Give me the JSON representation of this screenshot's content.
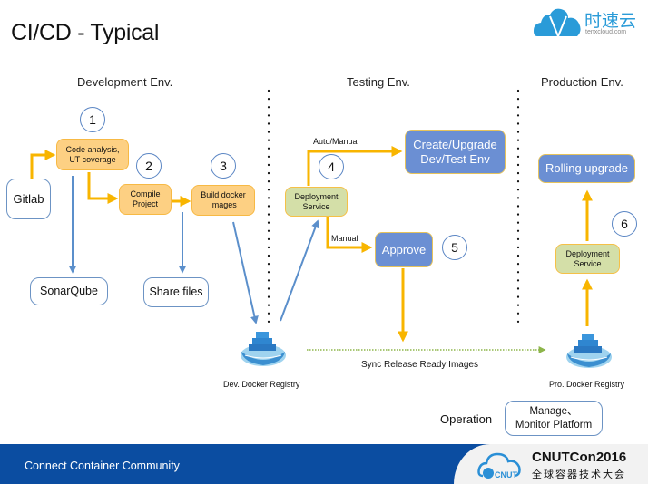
{
  "title": "CI/CD - Typical",
  "logo": {
    "brand_cn": "时速云",
    "brand_url": "tenxcloud.com",
    "color": "#2a9bd8"
  },
  "environments": [
    {
      "label": "Development Env."
    },
    {
      "label": "Testing Env."
    },
    {
      "label": "Production Env."
    }
  ],
  "steps": [
    "1",
    "2",
    "3",
    "4",
    "5",
    "6"
  ],
  "nodes": {
    "gitlab": "Gitlab",
    "code_analysis": [
      "Code analysis,",
      "UT coverage"
    ],
    "compile": [
      "Compile",
      "Project"
    ],
    "build": [
      "Build docker",
      "Images"
    ],
    "sonarqube": "SonarQube",
    "share_files": "Share files",
    "dev_registry": "Dev. Docker Registry",
    "test_deploy": [
      "Deployment",
      "Service"
    ],
    "create_upgrade": [
      "Create/Upgrade",
      "Dev/Test Env"
    ],
    "approve": "Approve",
    "prod_registry": "Pro. Docker Registry",
    "prod_deploy": [
      "Deployment",
      "Service"
    ],
    "rolling_upgrade": "Rolling upgrade",
    "operation_label": "Operation",
    "platform": [
      "Manage、",
      "Monitor Platform"
    ]
  },
  "edge_labels": {
    "auto_manual": "Auto/Manual",
    "manual": "Manual",
    "sync": "Sync Release Ready Images"
  },
  "colors": {
    "orange_fill": "#fdd083",
    "arrow_orange": "#f8b500",
    "arrow_blue": "#5b8fcb",
    "blue_box": "#6b8fd3",
    "green_box": "#d4dfa8",
    "sync_line": "#8db54a",
    "footer": "#0b4da1"
  },
  "footer": {
    "text": "Connect Container Community",
    "event": "CNUTCon2016",
    "event_cn": "全球容器技术大会",
    "badge": "CNUT"
  }
}
